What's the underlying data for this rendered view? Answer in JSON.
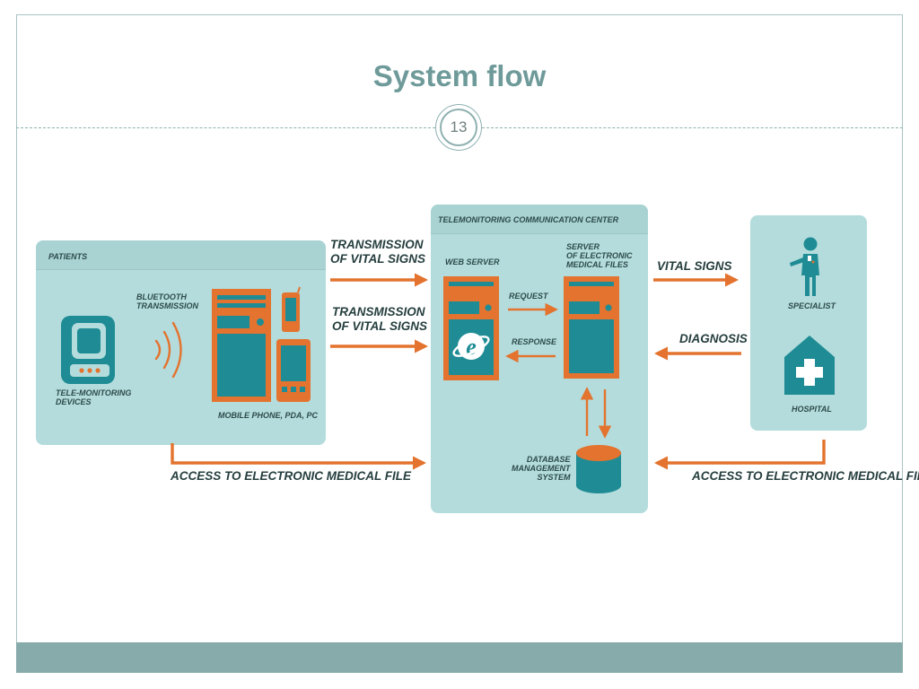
{
  "slide": {
    "title": "System flow",
    "number": "13"
  },
  "diagram": {
    "patients": {
      "heading": "PATIENTS",
      "bluetooth": "BLUETOOTH\nTRANSMISSION",
      "devices": "TELE-MONITORING\nDEVICES",
      "mobile": "MOBILE PHONE, PDA, PC"
    },
    "center": {
      "heading": "TELEMONITORING COMMUNICATION CENTER",
      "web_server": "WEB SERVER",
      "emf_server": "SERVER\nOF ELECTRONIC\nMEDICAL FILES",
      "request": "REQUEST",
      "response": "RESPONSE",
      "database": "DATABASE\nMANAGEMENT\nSYSTEM"
    },
    "care": {
      "specialist": "SPECIALIST",
      "hospital": "HOSPITAL"
    },
    "arrows": {
      "transmission_1": "TRANSMISSION\nOF VITAL SIGNS",
      "transmission_2": "TRANSMISSION\nOF VITAL SIGNS",
      "vital_signs": "VITAL SIGNS",
      "diagnosis": "DIAGNOSIS",
      "access_left": "ACCESS TO ELECTRONIC MEDICAL FILE",
      "access_right": "ACCESS TO ELECTRONIC MEDICAL FILE"
    },
    "colors": {
      "panel": "#b4dcdc",
      "orange": "#e3732e",
      "teal": "#1f8c95",
      "ink": "#2d4a4a"
    }
  }
}
